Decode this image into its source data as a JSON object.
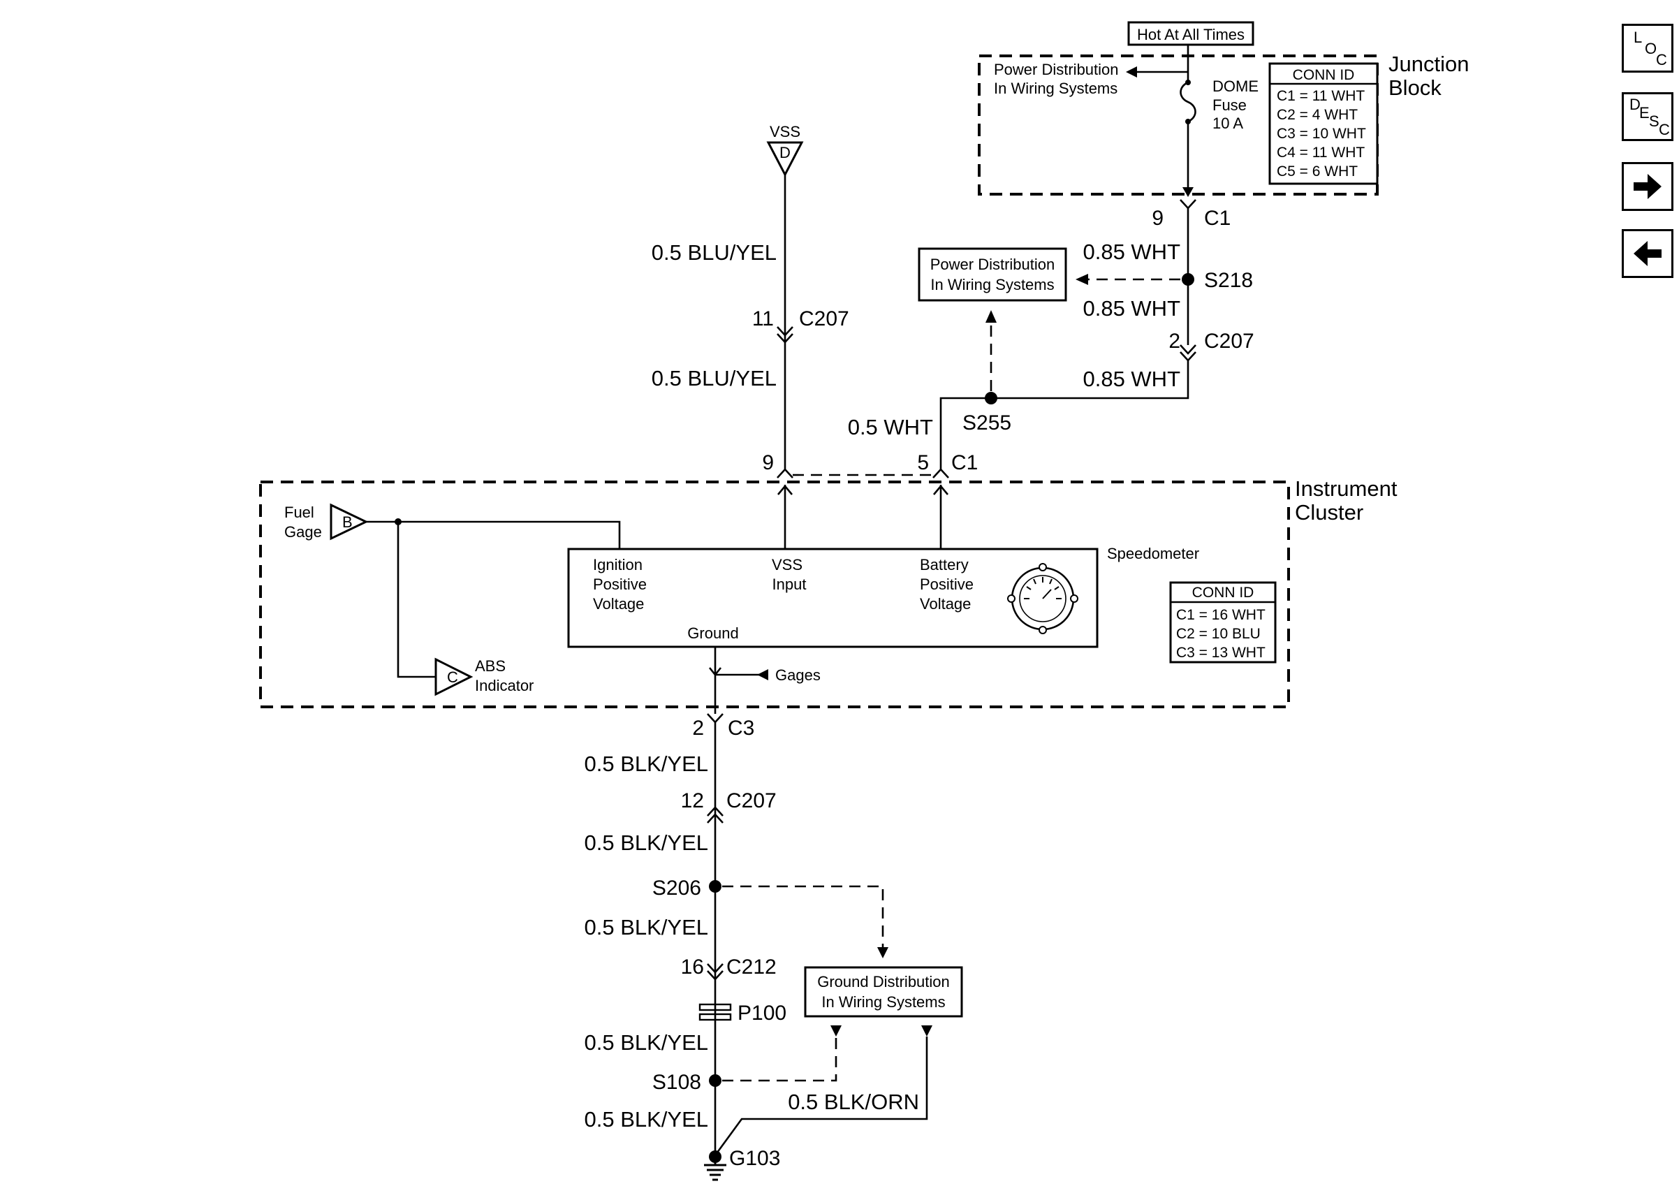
{
  "junction_block": {
    "title_line1": "Junction",
    "title_line2": "Block",
    "hot_label": "Hot At All Times",
    "power_dist_line1": "Power Distribution",
    "power_dist_line2": "In Wiring Systems",
    "fuse_line1": "DOME",
    "fuse_line2": "Fuse",
    "fuse_line3": "10 A",
    "conn_id_title": "CONN ID",
    "conn_ids": [
      "C1 = 11 WHT",
      "C2 = 4 WHT",
      "C3 = 10 WHT",
      "C4 = 11 WHT",
      "C5 = 6 WHT"
    ]
  },
  "wires": {
    "blu_yel": "0.5 BLU/YEL",
    "wht_085": "0.85 WHT",
    "wht_05": "0.5 WHT",
    "blk_yel": "0.5 BLK/YEL",
    "blk_orn": "0.5 BLK/ORN"
  },
  "connectors": {
    "c1": "C1",
    "c207": "C207",
    "c3": "C3",
    "c212": "C212",
    "p100": "P100",
    "pin_9": "9",
    "pin_2": "2",
    "pin_11": "11",
    "pin_5": "5",
    "pin_12": "12",
    "pin_16": "16"
  },
  "splices": {
    "s218": "S218",
    "s255": "S255",
    "s206": "S206",
    "s108": "S108"
  },
  "ground": {
    "g103": "G103"
  },
  "references": {
    "vss": "VSS",
    "vss_letter": "D",
    "fuel_gage_line1": "Fuel",
    "fuel_gage_line2": "Gage",
    "fuel_letter": "B",
    "abs_line1": "ABS",
    "abs_line2": "Indicator",
    "abs_letter": "C",
    "gages": "Gages"
  },
  "power_dist_box": {
    "line1": "Power Distribution",
    "line2": "In Wiring Systems"
  },
  "ground_dist_box": {
    "line1": "Ground Distribution",
    "line2": "In Wiring Systems"
  },
  "instrument_cluster": {
    "title_line1": "Instrument",
    "title_line2": "Cluster",
    "speedometer": "Speedometer",
    "ign_line1": "Ignition",
    "ign_line2": "Positive",
    "ign_line3": "Voltage",
    "vss_line1": "VSS",
    "vss_line2": "Input",
    "bat_line1": "Battery",
    "bat_line2": "Positive",
    "bat_line3": "Voltage",
    "ground": "Ground",
    "conn_id_title": "CONN ID",
    "conn_ids": [
      "C1 = 16 WHT",
      "C2 = 10 BLU",
      "C3 = 13 WHT"
    ]
  },
  "nav": {
    "loc": [
      "L",
      "O",
      "C"
    ],
    "desc": [
      "D",
      "E",
      "S",
      "C"
    ],
    "next_icon": "right-arrow-icon",
    "prev_icon": "left-arrow-icon"
  }
}
